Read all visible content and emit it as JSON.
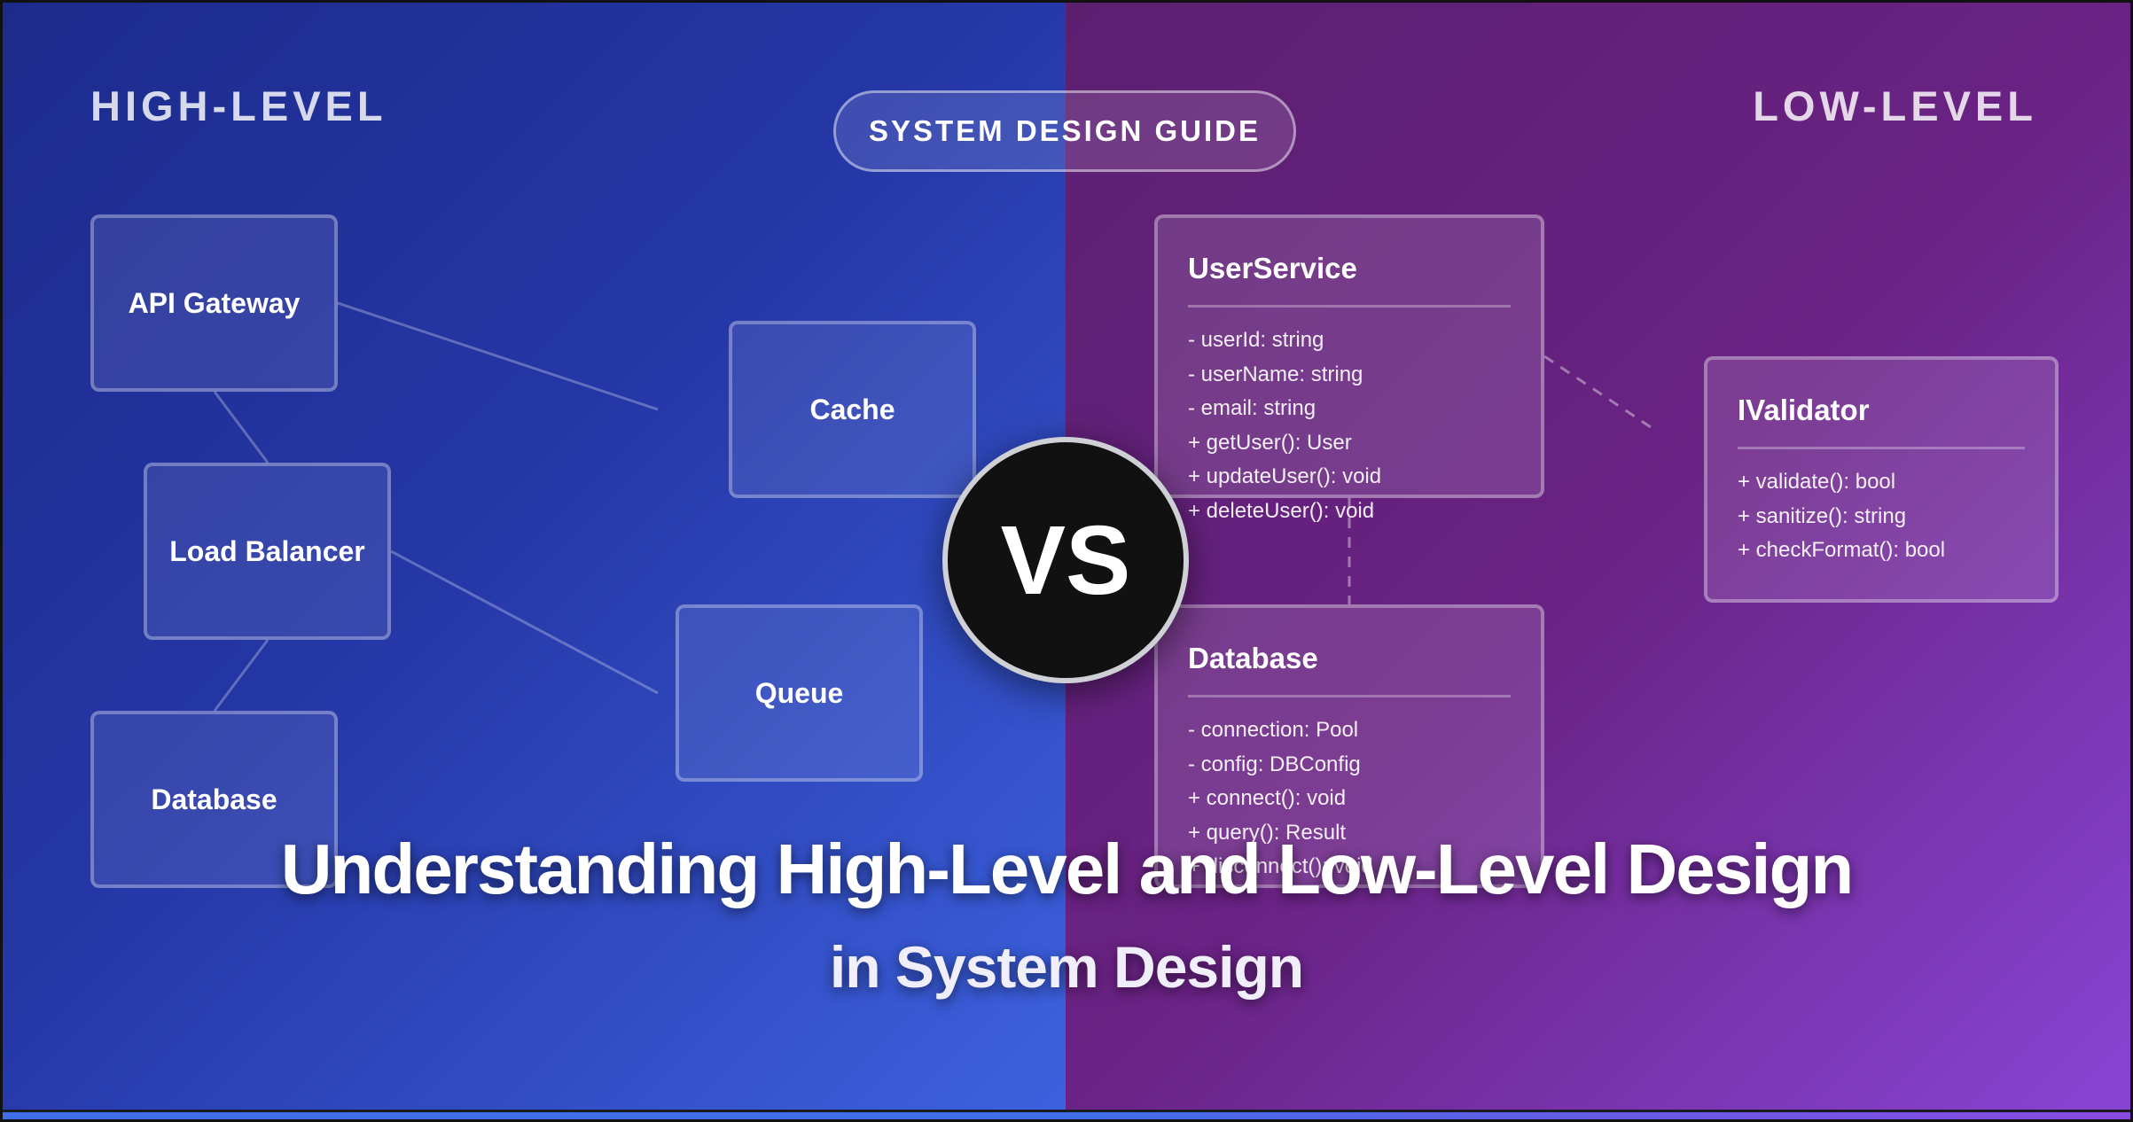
{
  "labels": {
    "high_level": "HIGH-LEVEL",
    "low_level": "LOW-LEVEL"
  },
  "badge": "SYSTEM DESIGN GUIDE",
  "high_level_components": {
    "api_gateway": "API Gateway",
    "load_balancer": "Load Balancer",
    "database": "Database",
    "cache": "Cache",
    "queue": "Queue"
  },
  "classes": {
    "user_service": {
      "name": "UserService",
      "members": [
        "- userId: string",
        "- userName: string",
        "- email: string",
        "+ getUser(): User",
        "+ updateUser(): void",
        "+ deleteUser(): void"
      ]
    },
    "database": {
      "name": "Database",
      "members": [
        "- connection: Pool",
        "- config: DBConfig",
        "+ connect(): void",
        "+ query(): Result",
        "+ disconnect(): void"
      ]
    },
    "validator": {
      "name": "IValidator",
      "members": [
        "+ validate(): bool",
        "+ sanitize(): string",
        "+ checkFormat(): bool"
      ]
    }
  },
  "vs": "VS",
  "title": "Understanding High-Level and Low-Level Design",
  "subtitle": "in System Design",
  "colors": {
    "left_gradient_start": "#1d2b8c",
    "left_gradient_end": "#3d62df",
    "right_gradient_start": "#5b1f70",
    "right_gradient_end": "#8845d6",
    "vs_badge": "#111111"
  }
}
